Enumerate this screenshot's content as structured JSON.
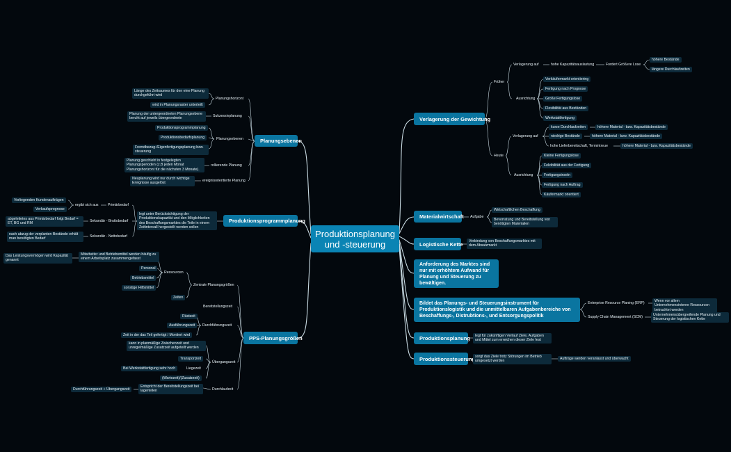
{
  "central": "Produktionsplanung und -steuerung",
  "right": {
    "verlagerung": {
      "title": "Verlagerung der Gewichtung",
      "frueher": {
        "label": "Früher",
        "verlagerung_auf": "Verlagerung auf",
        "hohe_kap": "hohe Kapazitätsauslastung",
        "fordert": "Fordert Größere Lose",
        "hoehere_bestaende": "höhere Bestände",
        "laengere_dlz": "längere Durchlaufzeiten",
        "ausrichtung": "Ausrichtung",
        "items": [
          "Verkäufermarkt orientiering",
          "Fertigung nach Prognose",
          "Große Fertigungslose",
          "Flexibilität aus Beständen",
          "Werkstattfertigung"
        ]
      },
      "heute": {
        "label": "Heute",
        "verlagerung_auf": "Verlagerung auf",
        "kurze": "kurze Durchlaufzeiten",
        "kurze_r": "höhere Material - bzw. Kapazitätsbestände",
        "niedrige": "niedrige Bestände",
        "niedrige_r": "höhere Material - bzw. Kapazitätsbestände",
        "hohe_lief": "hohe Lieferbereitschaft, Termintreue",
        "hohe_lief_r": "höhere Material - bzw. Kapazitätsbestände",
        "ausrichtung": "Ausrichtung",
        "items": [
          "Kleine Fertigungslose",
          "Felxibilität aus der Fertigung",
          "Fertigungsinseln",
          "Fertigung nach Auftrag",
          "Käufermarkt orientiert"
        ]
      }
    },
    "materialwirtschaft": {
      "title": "Materialwirtschaft",
      "aufgabe": "Aufgabe",
      "items": [
        "Wirtschaftlichen Beschaffung",
        "Bevorratung und Bereitstellung von benötigten Materialien"
      ]
    },
    "logistische": {
      "title": "Logistische Kette",
      "desc": "Verbindung von Beschaffungsmarktes mit dem Absatzmarkt"
    },
    "anforderung": "Anforderung des Marktes sind nur mit erhöhtem Aufwand für Planung und Steuerung zu bewältigen.",
    "bildet": {
      "title": "Bildet das Planungs- und Steuerungsinstrument für Produktionslogistik und die unmittelbaren Aufgabenbereiche von Beschaffungs-, Distrubtions-, und Entsorgungspolitik",
      "erp": "Enterprise Resource Planing (ERP)",
      "erp_desc": "Wenn vor allem Unternehmensinterne Ressourcen betrachtet werden",
      "scm": "Supply Chain Management (SCM)",
      "scm_desc": "Unternehmensübergreifende Planung und Steuerung der logistischen Kette"
    },
    "produktionsplanung": {
      "title": "Produktionsplanung",
      "desc": "legt für zukünftigen Verlauf Ziele, Aufgaben und Mittel zum erreichen dieser Ziele fest"
    },
    "produktionssteuerung": {
      "title": "Produktionssteuerung",
      "desc": "sorgt das Ziele trotz Störungen im Betrieb umgesetzt werden",
      "desc2": "Aufträge werden veranlasst und überwacht"
    }
  },
  "left": {
    "planungsebenen": {
      "title": "Planungsebenen",
      "planungshorizont": "Planungshorizont",
      "ph_items": [
        "Länge des Zeitraumes für den eine Planung durchgeführt wird",
        "wird in Planungsraster unterteilt"
      ],
      "sukzessiv": "Sukzessivplanung",
      "sukzessiv_desc": "Planung der untergeordneten Planungsebene beruht auf jeweils übergeordnete",
      "planungsebenen": "Planungsebenen",
      "pe_items": [
        "Produktionsprogrammplanung",
        "Produktionsbedarfsplanung",
        "Fremdbezug-/Eigenfertigungsplanung bzw. steuerung"
      ],
      "rollierende": "rollierende Planung",
      "rollierende_desc": "Planung geschieht in festgelegten Planungsperioden (z.B jeden Monat Planungshorizont für die nächsten 3 Monate).",
      "ereignis": "ereignisorientierte Planung",
      "ereignis_desc": "Neuplanung wird nur durch wichtige Ereignisse ausgelöst"
    },
    "programmplanung": {
      "title": "Produktionsprogrammplanung",
      "desc": "legt unter Berücksichtigung der Produktionskapazität und den Möglichkeiten des Beschaffungsmarktes die Teile in einem Zeitintervall hergestellt werden sollen",
      "primaer": "Primärbedarf",
      "ergibt": "ergibt sich aus",
      "kundenauftraege": "Vorliegenden Kundenaufträgen",
      "verkaufsprognose": "Verkaufsprognose",
      "sek_brutto": "Sekundär - Bruttobedarf",
      "sek_brutto_desc": "abgeleitetes aus Primärbedarf folgt Bedarf = ET, BG und RM",
      "sek_netto": "Sekundär - Nettobedarf",
      "sek_netto_desc": "nach abzug der verplanten Bestände erhält man benötigten Bedarf"
    },
    "pps": {
      "title": "PPS-Planungsgrößen",
      "zentrale": "Zentrale Planungsgrößen",
      "ressourcen": "Ressourcen",
      "ressourcen_desc": "Mitarbeiter und Betriebsmittel werden häufig zu einem Arbeitsplatz zusammengefasst",
      "leistungsvermoegen": "Das Leistungsvermögen wird Kapazität genannt",
      "personal": "Personal",
      "betriebsmittel": "Betriebsmittel",
      "hilfsmittel": "sonstige Hilfsmittel",
      "zeiten": "Zeiten",
      "bereitstellungszeit": "Bereitstellungszeit",
      "durchfuehrungszeit": "Durchführungszeit",
      "ruestzeit": "Rüstzeit",
      "ausfuehrungszeit": "Ausführungszeit",
      "zeit_teil": "Zeit in der das Teil gefertigt / Montiert wird",
      "uebergangszeit": "Übergangszeit",
      "ueb_desc": "kann in planmäßige Zwischenzeit und unregelmäßige Zusatzzeit aufgeteilt werden",
      "transportzeit": "Transportzeit",
      "liegezeit": "Liegezeit",
      "werkstatt": "Bei Werkstattfertigung sehr hoch",
      "wartezeit": "(Wartezeit)/(Zusatzzeit)",
      "durchlaufzeit": "Durchlaufzeit",
      "dlz_desc": "Entspricht der Bereitstellungszeit bei lagerteilen",
      "dlz_formula": "Durchführungszeit + Übergangszeit"
    }
  }
}
